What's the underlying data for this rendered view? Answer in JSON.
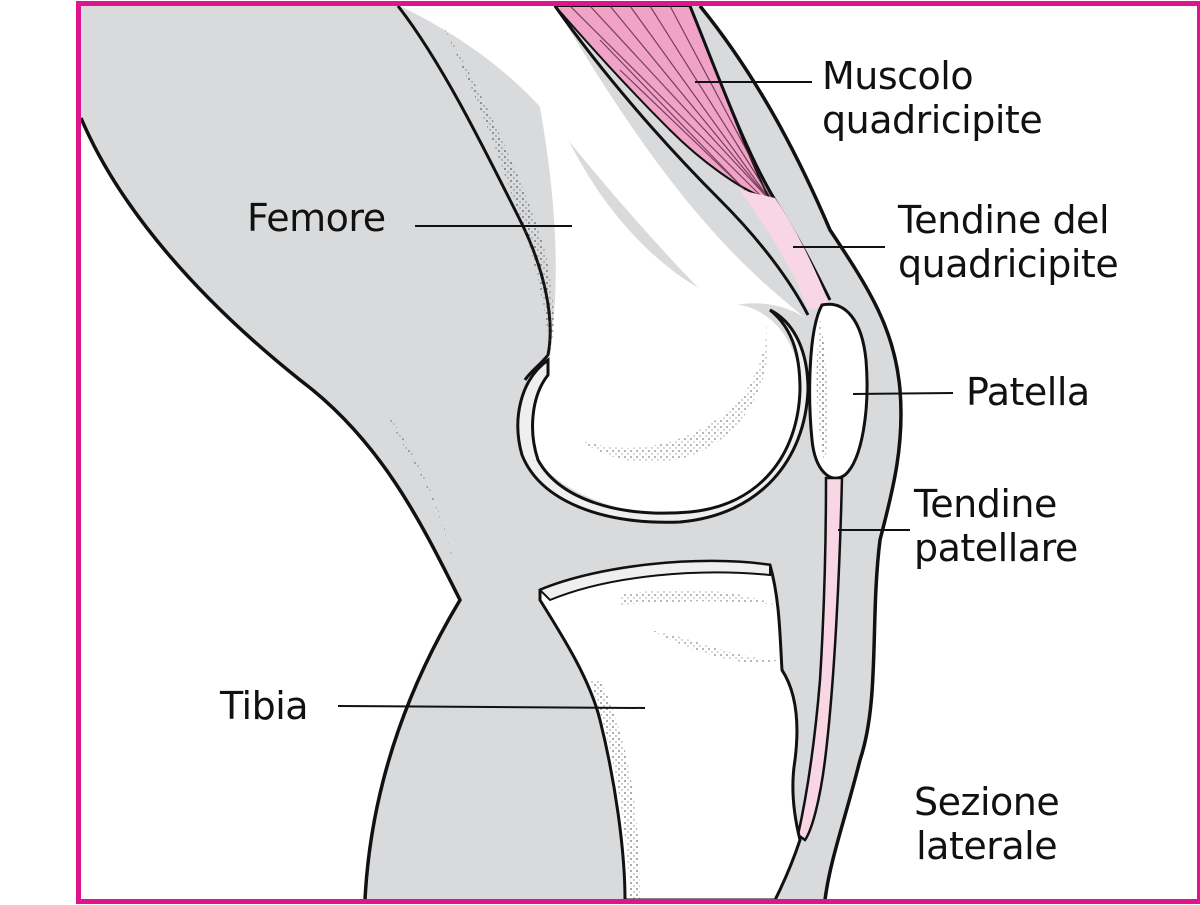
{
  "figure": {
    "view": "Sezione laterale",
    "frame_color": "#e0148c",
    "colors": {
      "soft_tissue": "#d9dadc",
      "bone": "#ffffff",
      "cartilage": "#efefef",
      "muscle": "#f0a3c6",
      "tendon": "#f8d6e4",
      "outline": "#111111"
    }
  },
  "labels": {
    "muscle_line1": "Muscolo",
    "muscle_line2": "quadricipite",
    "femur": "Femore",
    "quad_tendon_line1": "Tendine del",
    "quad_tendon_line2": "quadricipite",
    "patella": "Patella",
    "patellar_tendon_line1": "Tendine",
    "patellar_tendon_line2": "patellare",
    "tibia": "Tibia",
    "section_line1": "Sezione",
    "section_line2": "laterale"
  }
}
